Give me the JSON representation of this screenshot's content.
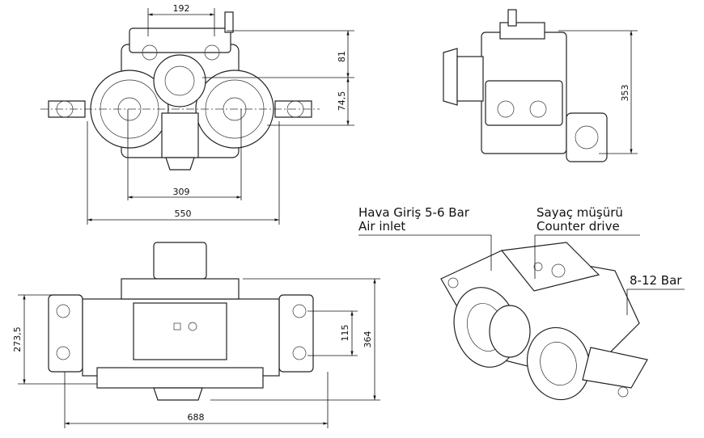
{
  "dimensions": {
    "front_top_width": "192",
    "front_upper_height": "81",
    "front_lower_height": "74,5",
    "front_shaft_spacing": "309",
    "front_overall_width": "550",
    "side_height": "353",
    "bottom_mount_height": "273,5",
    "bottom_inner_height": "115",
    "bottom_overall_height": "364",
    "bottom_overall_width": "688"
  },
  "callouts": {
    "air_inlet_tr": "Hava Giriş 5-6 Bar",
    "air_inlet_en": "Air inlet",
    "counter_drive_tr": "Sayaç müşürü",
    "counter_drive_en": "Counter drive",
    "pressure": "8-12 Bar"
  }
}
